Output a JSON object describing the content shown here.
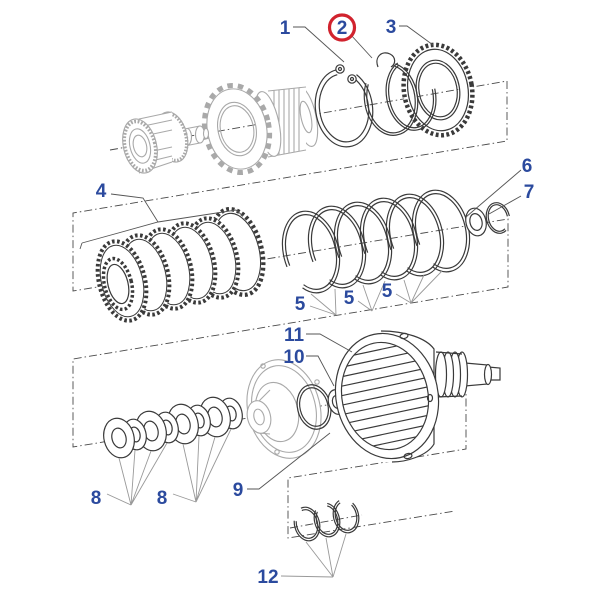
{
  "diagram": {
    "kind": "exploded-parts-diagram",
    "highlighted_callout": "2",
    "colors": {
      "label_blue": "#2b4a9e",
      "highlight_red": "#d1232e",
      "part_line": "#3a3a3a",
      "ghost_line": "#a9a9a9",
      "centerline": "#4a4a4a",
      "background": "#ffffff"
    },
    "callouts": [
      {
        "number": "1"
      },
      {
        "number": "2",
        "highlighted": true
      },
      {
        "number": "3"
      },
      {
        "number": "4"
      },
      {
        "number": "5"
      },
      {
        "number": "5"
      },
      {
        "number": "5"
      },
      {
        "number": "6"
      },
      {
        "number": "7"
      },
      {
        "number": "8"
      },
      {
        "number": "8"
      },
      {
        "number": "9"
      },
      {
        "number": "10"
      },
      {
        "number": "11"
      },
      {
        "number": "12"
      }
    ]
  }
}
